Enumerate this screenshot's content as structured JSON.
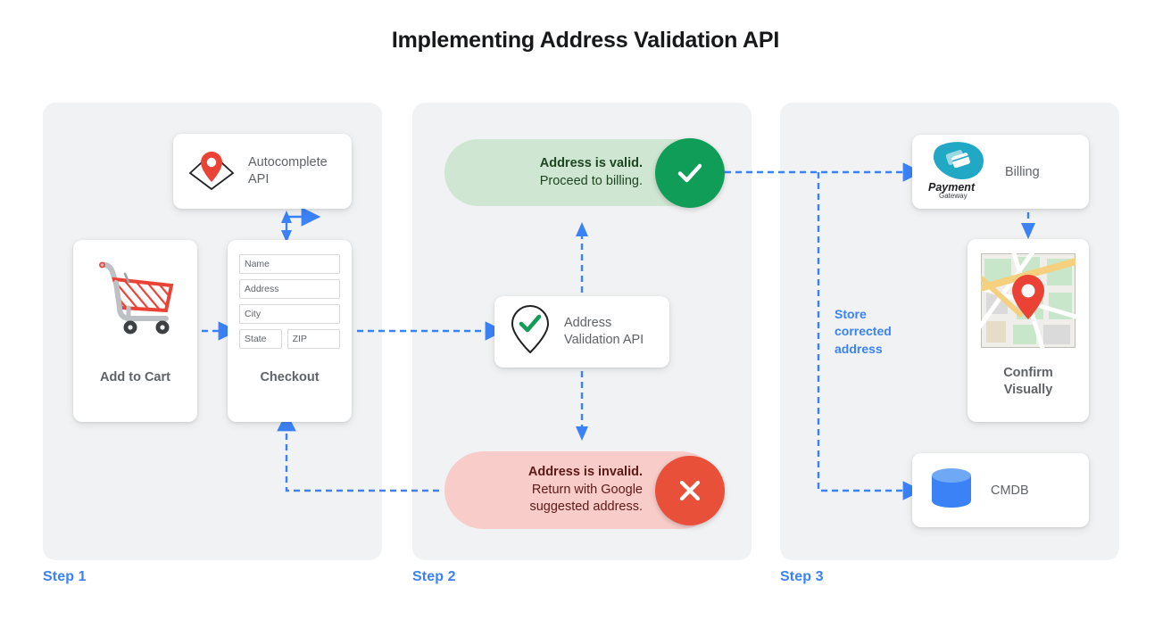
{
  "page": {
    "title": "Implementing Address Validation API",
    "background": "#ffffff",
    "accent_blue": "#3b82f6",
    "panel_bg": "#f1f2f3"
  },
  "steps": [
    {
      "label": "Step 1"
    },
    {
      "label": "Step 2"
    },
    {
      "label": "Step 3"
    }
  ],
  "step1": {
    "autocomplete_card": {
      "label_line1": "Autocomplete",
      "label_line2": "API",
      "icon": "map-pin-diamond-icon"
    },
    "cart_card": {
      "label": "Add to Cart",
      "icon": "shopping-cart-icon"
    },
    "checkout_card": {
      "label": "Checkout",
      "fields": [
        {
          "name": "name-field",
          "placeholder": "Name"
        },
        {
          "name": "address-field",
          "placeholder": "Address"
        },
        {
          "name": "city-field",
          "placeholder": "City"
        },
        {
          "name": "state-field",
          "placeholder": "State"
        },
        {
          "name": "zip-field",
          "placeholder": "ZIP"
        }
      ]
    }
  },
  "step2": {
    "valid_pill": {
      "line1": "Address is valid.",
      "line2": "Proceed to billing.",
      "badge_icon": "check-circle-icon",
      "badge_color": "#0f9d58",
      "pill_color": "#cfe6d2",
      "text_color": "#1e4620"
    },
    "validation_card": {
      "label_line1": "Address",
      "label_line2": "Validation API",
      "icon": "map-pin-check-icon"
    },
    "invalid_pill": {
      "line1": "Address is invalid.",
      "line2": "Return with Google",
      "line3": "suggested address.",
      "badge_icon": "x-circle-icon",
      "badge_color": "#e8503a",
      "pill_color": "#f8ccc9",
      "text_color": "#5c1a17"
    }
  },
  "step3": {
    "billing_card": {
      "label": "Billing",
      "icon": "payment-gateway-logo",
      "logo_text_line1": "Payment",
      "logo_text_line2": "Gateway"
    },
    "confirm_card": {
      "label_line1": "Confirm",
      "label_line2": "Visually",
      "icon": "map-thumbnail-icon"
    },
    "cmdb_card": {
      "label": "CMDB",
      "icon": "database-icon"
    },
    "store_note": {
      "line1": "Store",
      "line2": "corrected",
      "line3": "address"
    }
  }
}
